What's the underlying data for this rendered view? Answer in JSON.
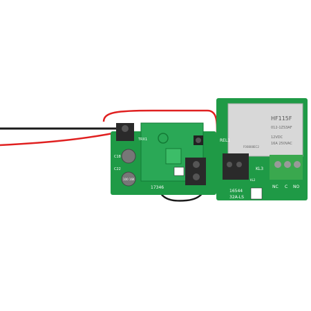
{
  "photo": {
    "subject": "pcb-relay-module",
    "colors": {
      "background": "#ffffff",
      "pcb": "#1f9a46",
      "pcb_dark": "#17843a",
      "relay_body": "#d8d8d8",
      "terminal_green": "#3aa84e",
      "terminal_black": "#2a2a2a",
      "wire_red": "#e02020",
      "wire_black": "#1a1a1a"
    },
    "left_board": {
      "labels": {
        "trx": "TRX1",
        "c18": "C18",
        "c22": "C22",
        "serial": "17346",
        "cap_top": "",
        "cap_bottom": "100 16K"
      }
    },
    "right_board": {
      "labels": {
        "rel": "REL1",
        "kl3": "KL3",
        "kl2": "KL2",
        "model_number": "16544",
        "model_variant": "32A-LS",
        "no_left": "NC",
        "com": "C",
        "no_right": "NO"
      }
    },
    "relay": {
      "model": "HF115F",
      "line2": "012-1ZS3AF",
      "line3": "12VDC",
      "line4": "16A 250VAC",
      "line5": "F00808EC2"
    }
  }
}
